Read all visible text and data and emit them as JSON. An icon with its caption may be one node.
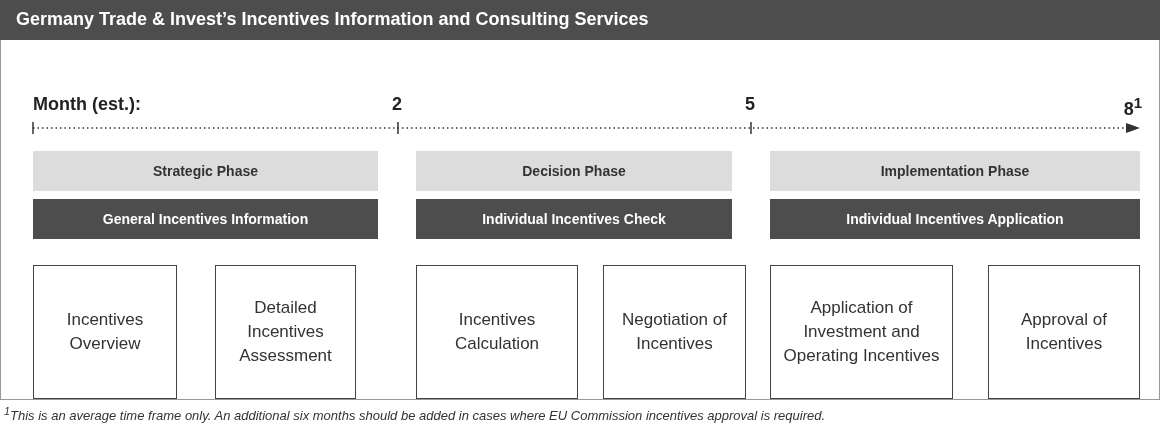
{
  "diagram": {
    "title": "Germany Trade & Invest’s Incentives Information and Consulting Services",
    "nodes": [
      {
        "text": [
          "Strategic Phase"
        ]
      },
      {
        "text": [
          "Decision Phase"
        ]
      },
      {
        "text": [
          "Implementation Phase"
        ]
      },
      {
        "text": [
          "General Incentives Information"
        ]
      },
      {
        "text": [
          "Individual Incentives Check"
        ]
      },
      {
        "text": [
          "Individual Incentives Application"
        ]
      },
      {
        "text": [
          "Incentives Overview"
        ]
      },
      {
        "text": [
          "Detailed Incentives Assessment"
        ]
      },
      {
        "text": [
          "Incentives Calculation"
        ]
      },
      {
        "text": [
          "Negotiation of Incentives"
        ]
      },
      {
        "text": [
          "Application of Investment and Operating Incentives"
        ]
      },
      {
        "text": [
          "Approval of Incentives"
        ]
      }
    ],
    "edges": [],
    "labels": [
      "Month (est.):",
      "2",
      "5",
      "8$^{1}$"
    ],
    "caption": "$^{1}$This is an average time frame only. An additional six months should be added in cases where EU Commission incentives approval is required."
  }
}
